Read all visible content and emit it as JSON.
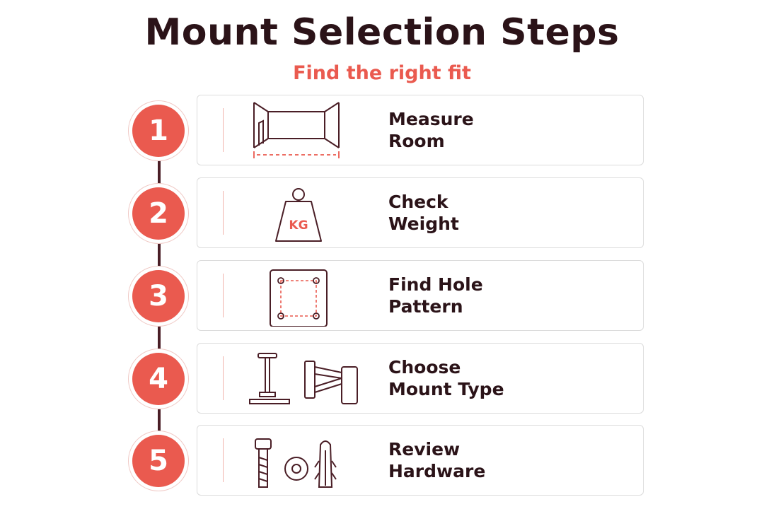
{
  "header": {
    "title": "Mount Selection Steps",
    "subtitle": "Find the right fit"
  },
  "steps": [
    {
      "number": "1",
      "label_line1": "Measure",
      "label_line2": "Room",
      "icon": "room-measure-icon"
    },
    {
      "number": "2",
      "label_line1": "Check",
      "label_line2": "Weight",
      "icon": "weight-icon",
      "icon_text": "KG"
    },
    {
      "number": "3",
      "label_line1": "Find Hole",
      "label_line2": "Pattern",
      "icon": "hole-pattern-icon"
    },
    {
      "number": "4",
      "label_line1": "Choose",
      "label_line2": "Mount Type",
      "icon": "mount-type-icon"
    },
    {
      "number": "5",
      "label_line1": "Review",
      "label_line2": "Hardware",
      "icon": "hardware-icon"
    }
  ],
  "colors": {
    "accent": "#ea5a4f",
    "text_dark": "#2b1318",
    "connector": "#4a1e26",
    "card_border": "#dcdcdc"
  }
}
